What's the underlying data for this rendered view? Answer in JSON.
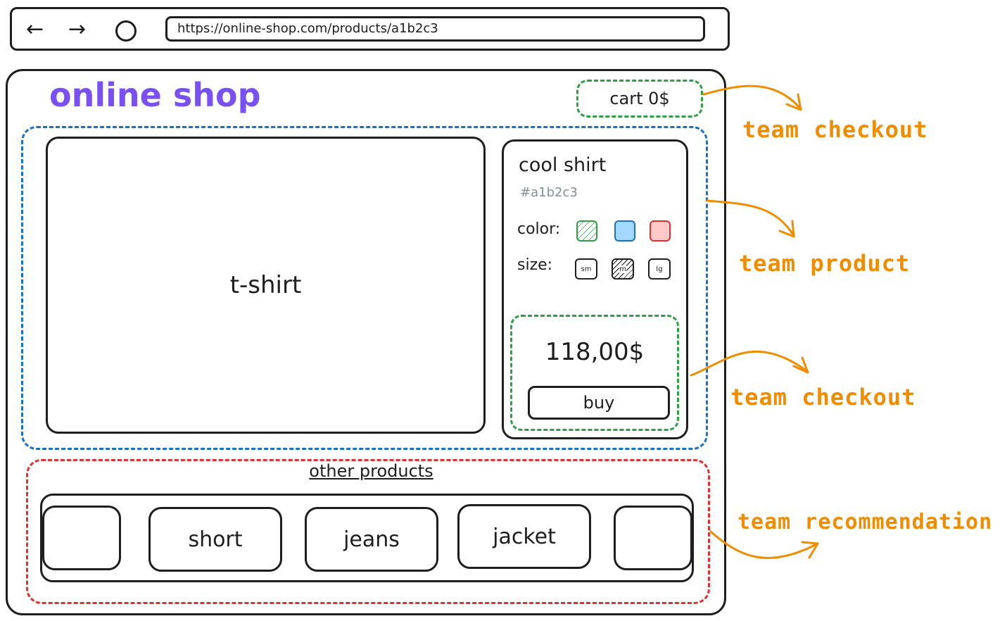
{
  "browser": {
    "url": "https://online-shop.com/products/a1b2c3"
  },
  "shop": {
    "title": "online shop",
    "cart": "cart 0$"
  },
  "product": {
    "image_label": "t-shirt",
    "name": "cool shirt",
    "sku": "#a1b2c3",
    "color_label": "color:",
    "size_label": "size:",
    "sizes": [
      "sm",
      "m",
      "lg"
    ],
    "price": "118,00$",
    "buy_label": "buy"
  },
  "recommendations": {
    "title": "other products",
    "items": [
      "short",
      "jeans",
      "jacket"
    ]
  },
  "teams": {
    "checkout_top": "team checkout",
    "product": "team product",
    "checkout_bottom": "team checkout",
    "recommendation": "team recommendation"
  },
  "colors": {
    "title_purple": "#7950f2",
    "annotation_orange": "#f08c00",
    "product_blue": "#1971c2",
    "checkout_green": "#2f9e44",
    "recommendation_red": "#e03131",
    "swatch_blue": "#a5d8ff",
    "swatch_red": "#ffc9c9"
  },
  "icons": [
    "back-arrow-icon",
    "forward-arrow-icon",
    "reload-icon"
  ]
}
